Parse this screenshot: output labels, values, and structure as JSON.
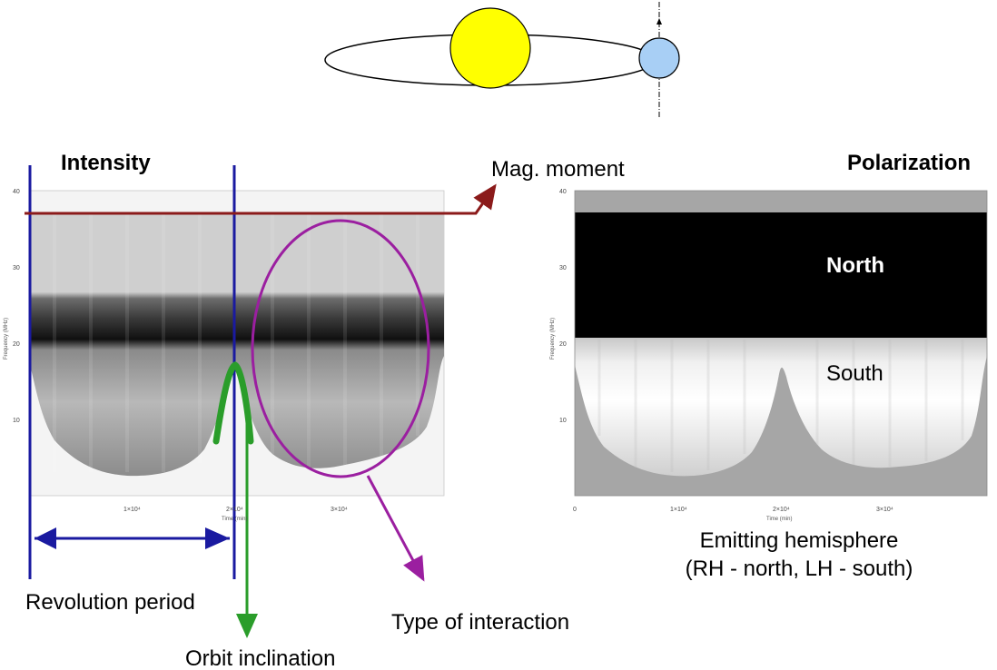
{
  "colors": {
    "sun": "#ffff00",
    "planet": "#a8cff5",
    "navy": "#1a1aa0",
    "darkred": "#8b1a1a",
    "purple": "#9b1fa0",
    "green": "#2a9d2a"
  },
  "icons": [
    "sun",
    "planet",
    "orbit-ellipse",
    "rotation-axis"
  ],
  "left_panel": {
    "title": "Intensity",
    "y_ticks": [
      "40",
      "30",
      "20",
      "10"
    ],
    "x_ticks": [
      "1×10⁴",
      "2×10⁴",
      "3×10⁴"
    ],
    "x_axis_title": "Time (min)",
    "y_axis_title": "Frequency (MHz)"
  },
  "right_panel": {
    "title": "Polarization",
    "north_label": "North",
    "south_label": "South",
    "y_ticks": [
      "40",
      "30",
      "20",
      "10"
    ],
    "x_ticks": [
      "0",
      "1×10⁴",
      "2×10⁴",
      "3×10⁴"
    ],
    "x_axis_title": "Time (min)",
    "y_axis_title": "Frequency (MHz)"
  },
  "annotations": {
    "mag_moment": "Mag. moment",
    "revolution_period": "Revolution period",
    "orbit_inclination": "Orbit inclination",
    "type_of_interaction": "Type of interaction",
    "emitting_line1": "Emitting hemisphere",
    "emitting_line2": "(RH - north, LH - south)"
  }
}
